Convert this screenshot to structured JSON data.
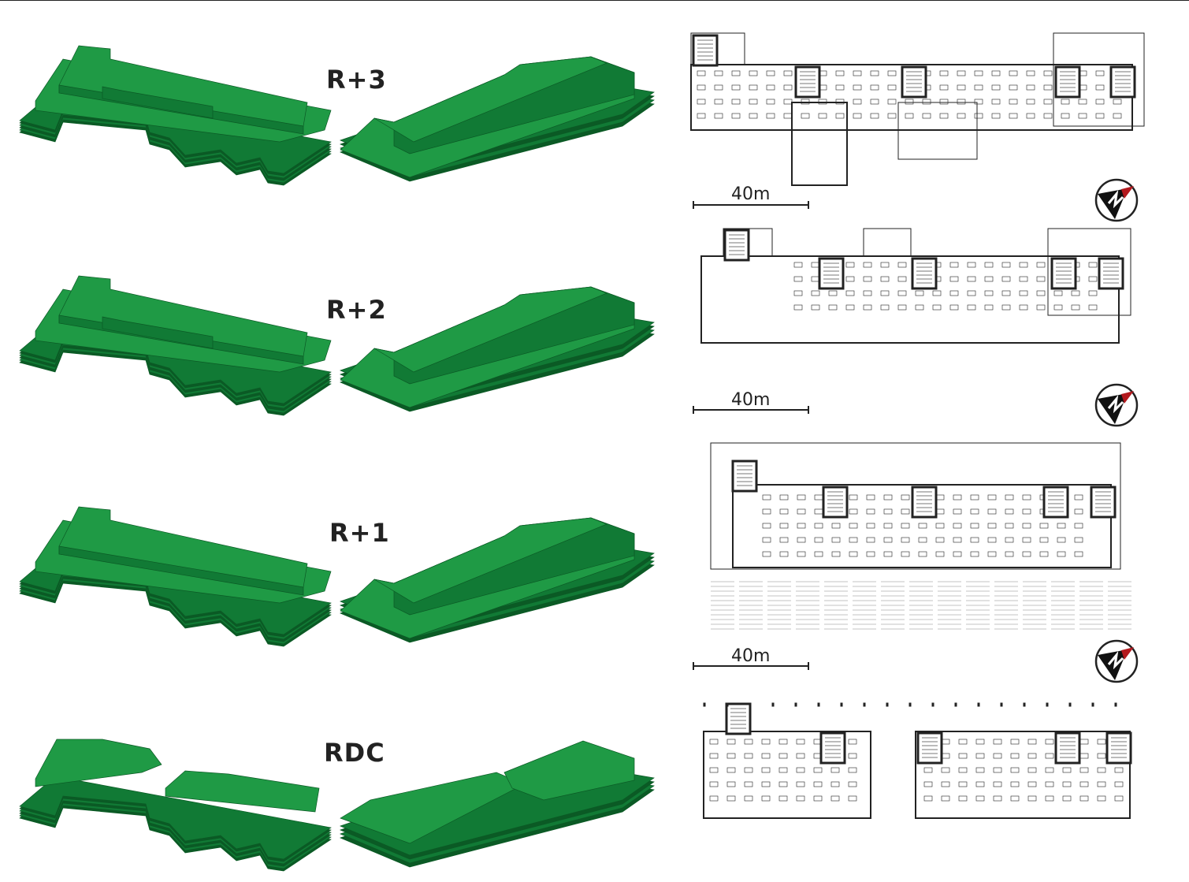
{
  "levels": [
    {
      "label": "R+3",
      "scale_label": "40m",
      "compass": "N"
    },
    {
      "label": "R+2",
      "scale_label": "40m",
      "compass": "N"
    },
    {
      "label": "R+1",
      "scale_label": "40m",
      "compass": "N"
    },
    {
      "label": "RDC"
    }
  ],
  "colors": {
    "mass_top": "#1f9a45",
    "mass_side": "#117a35",
    "mass_dark": "#0b5a25",
    "compass_red": "#b3191e",
    "line": "#222222"
  }
}
